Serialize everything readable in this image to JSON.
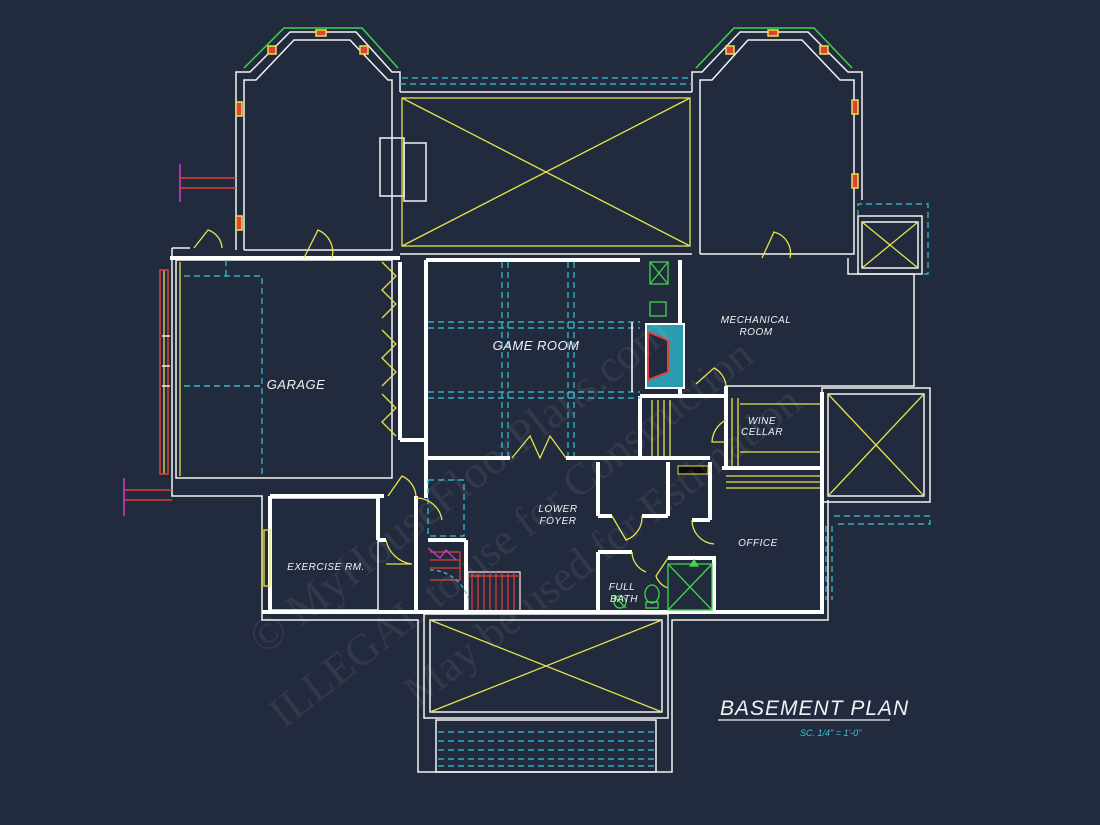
{
  "plan": {
    "title": "BASEMENT PLAN",
    "scale": "SC. 1/4\" = 1'-0\"",
    "rooms": {
      "garage": "GARAGE",
      "game_room": "GAME ROOM",
      "mechanical_1": "MECHANICAL",
      "mechanical_2": "ROOM",
      "wine_1": "WINE",
      "wine_2": "CELLAR",
      "lower_foyer_1": "LOWER",
      "lower_foyer_2": "FOYER",
      "office": "OFFICE",
      "exercise": "EXERCISE RM.",
      "full_bath_1": "FULL",
      "full_bath_2": "BATH"
    },
    "watermark": {
      "line1": "© MyHouseFloorPlans.com",
      "line2": "ILLEGAL to use for Construction",
      "line3": "May be used for Estimation"
    }
  },
  "colors": {
    "background": "#222a3d",
    "wall": "#ffffff",
    "accent_yellow": "#e6e24a",
    "accent_cyan": "#35c8d8",
    "accent_red": "#e0403a",
    "accent_green": "#3fd44a",
    "accent_magenta": "#d83ad0"
  }
}
